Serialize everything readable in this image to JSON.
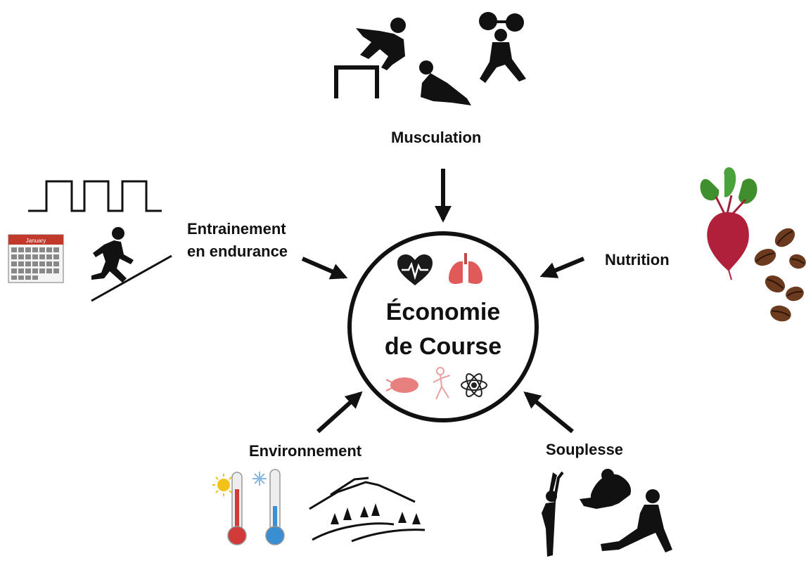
{
  "center": {
    "line1": "Économie",
    "line2": "de Course"
  },
  "factors": {
    "musculation": "Musculation",
    "endurance_line1": "Entrainement",
    "endurance_line2": "en endurance",
    "nutrition": "Nutrition",
    "environnement": "Environnement",
    "souplesse": "Souplesse"
  },
  "calendar_month": "January",
  "colors": {
    "ink": "#111111",
    "heart_bg": "#1a1a1a",
    "lungs": "#e05a5a",
    "beet": "#b0203a",
    "leaf": "#3f8f2f",
    "coffee": "#6b3a1f",
    "thermo_hot": "#d23a3a",
    "thermo_cold": "#3a8fd2",
    "sun": "#f2c21b",
    "calendar_header": "#c0392b"
  }
}
